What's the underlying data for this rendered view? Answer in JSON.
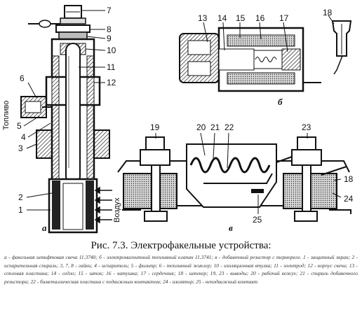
{
  "figure": {
    "callouts_a": [
      "7",
      "8",
      "9",
      "10",
      "11",
      "12",
      "6",
      "5",
      "4",
      "3",
      "2",
      "1"
    ],
    "callouts_b": [
      "13",
      "14",
      "15",
      "16",
      "17",
      "18"
    ],
    "callouts_c": [
      "19",
      "20",
      "21",
      "22",
      "23",
      "18",
      "24",
      "25"
    ],
    "sublabels": {
      "a": "а",
      "b": "б",
      "c": "в"
    },
    "side_labels": {
      "fuel": "Топливо",
      "air": "Воздух"
    }
  },
  "caption": {
    "title": "Рис. 7.3. Электрофакельные устройства:",
    "text": "а - факельная штифтовая свеча 11.3740; б - электромагнитный топливный клапан 11.3741; в - добавочный резистор с термореле. 1 - защитный экран; 2 - испарительная спираль; 3, 7, 8 - гайки; 4 - испаритель; 5 - фильтр; 6 - топливный жиклер; 10 - изоляционная втулка; 11 - электрод; 12 - корпус свечи; 13 - сопловая пластина; 14 - седло; 15 - шток; 16 - катушка; 17 - сердечник; 18 - штекер; 19, 23 - выводы; 20 - рабочий кожух; 21 - спираль добавочного резистора; 22 - биметаллическая пластина с подвижным контактом; 24 - изолятор; 25 - неподвижный контакт"
  }
}
